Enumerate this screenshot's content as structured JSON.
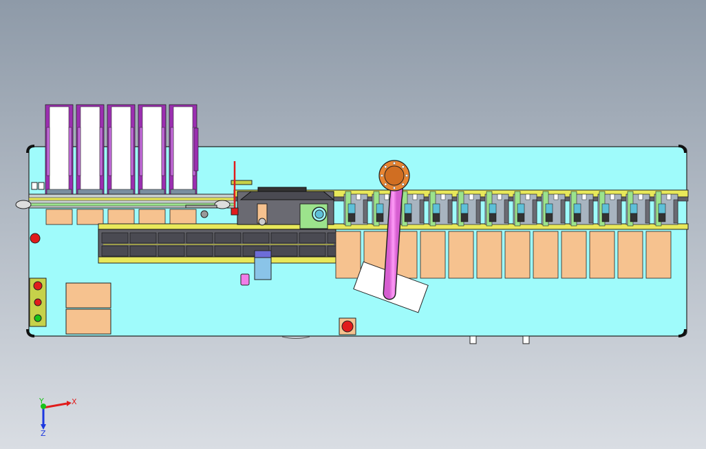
{
  "viewport": {
    "bg_top": "#8e9aa8",
    "bg_bottom": "#d9dde3"
  },
  "machine": {
    "deck_color": "#9ffbfb",
    "rail_color": "#e8e85a",
    "conveyor_color": "#5f5f66",
    "pad_color": "#f6c28f",
    "magazine_color": "#9b2fb0",
    "stopper_color": "#e01c1c",
    "tube_color": "#f07de8",
    "flange_color": "#e88532",
    "bracket_color": "#9ce38c",
    "station_count": 12
  },
  "triad": {
    "x_label": "X",
    "y_label": "Y",
    "z_label": "Z",
    "x_color": "#e01c1c",
    "y_color": "#18c318",
    "z_color": "#1c38e0"
  }
}
